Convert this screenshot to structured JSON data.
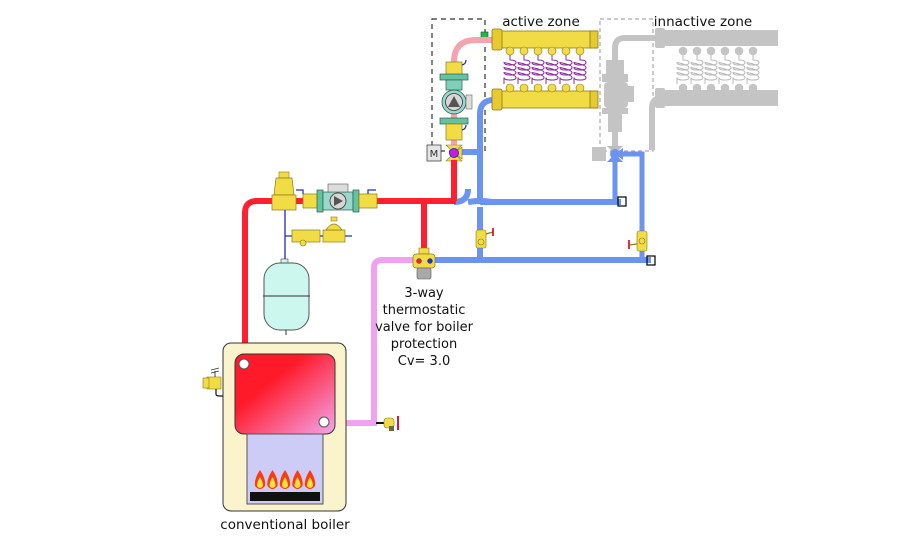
{
  "labels": {
    "active_zone": "active zone",
    "inactive_zone": "innactive zone",
    "valve_caption": [
      "3-way",
      "thermostatic",
      "valve for boiler",
      "protection",
      "Cv= 3.0"
    ],
    "boiler": "conventional boiler"
  },
  "colors": {
    "supply_hot": "#ff1f2e",
    "supply_mixed": "#f6a3b0",
    "return": "#6b93f2",
    "return_boiler": "#f0a2f0",
    "inactive": "#bdbdbd",
    "brass": "#f2dc46",
    "boiler_cabinet": "#fbf3cc",
    "expansion_tank": "#ccf7ee",
    "combustion_chamber": "#ccccf6"
  },
  "zones": {
    "active": {
      "circuits": 6,
      "state": "active"
    },
    "inactive": {
      "circuits": 6,
      "state": "inactive"
    }
  },
  "boiler": {
    "burners": 5
  }
}
